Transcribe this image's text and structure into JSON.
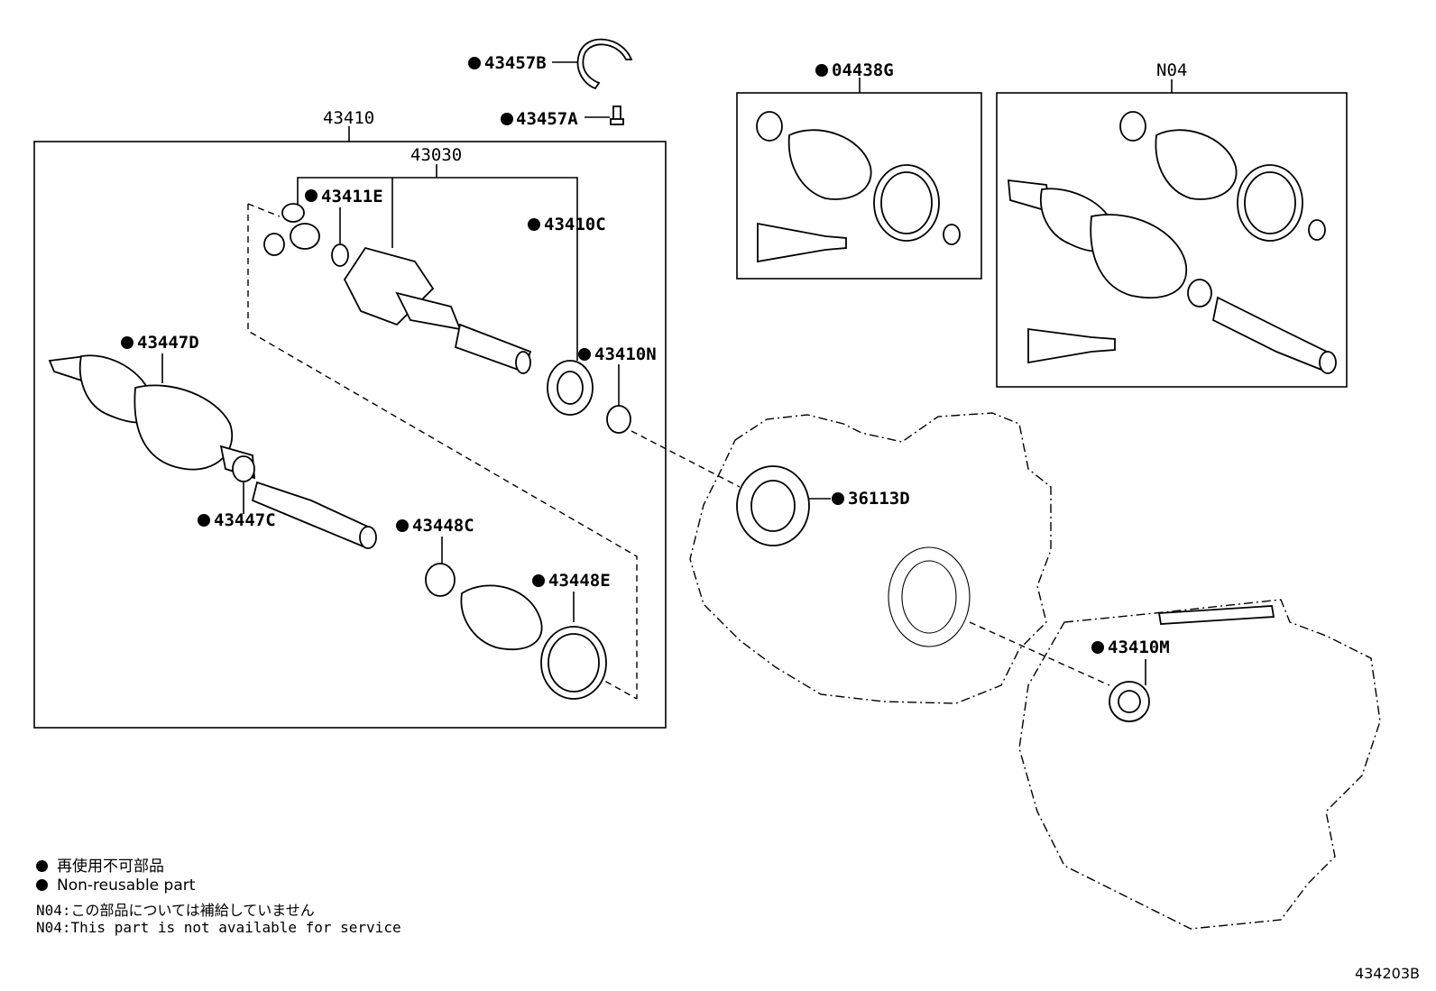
{
  "labels": {
    "p43457B": "43457B",
    "p43457A": "43457A",
    "p43410": "43410",
    "p43030": "43030",
    "p43411E": "43411E",
    "p43410C": "43410C",
    "p43447D": "43447D",
    "p43410N": "43410N",
    "p43447C": "43447C",
    "p43448C": "43448C",
    "p43448E": "43448E",
    "p04438G": "04438G",
    "pN04": "N04",
    "p36113D": "36113D",
    "p43410M": "43410M"
  },
  "legend": {
    "line1": "再使用不可部品",
    "line2": "Non-reusable part",
    "line3": "N04:この部品については補給していません",
    "line4": "N04:This part is not available for service"
  },
  "figure_number": "434203B"
}
